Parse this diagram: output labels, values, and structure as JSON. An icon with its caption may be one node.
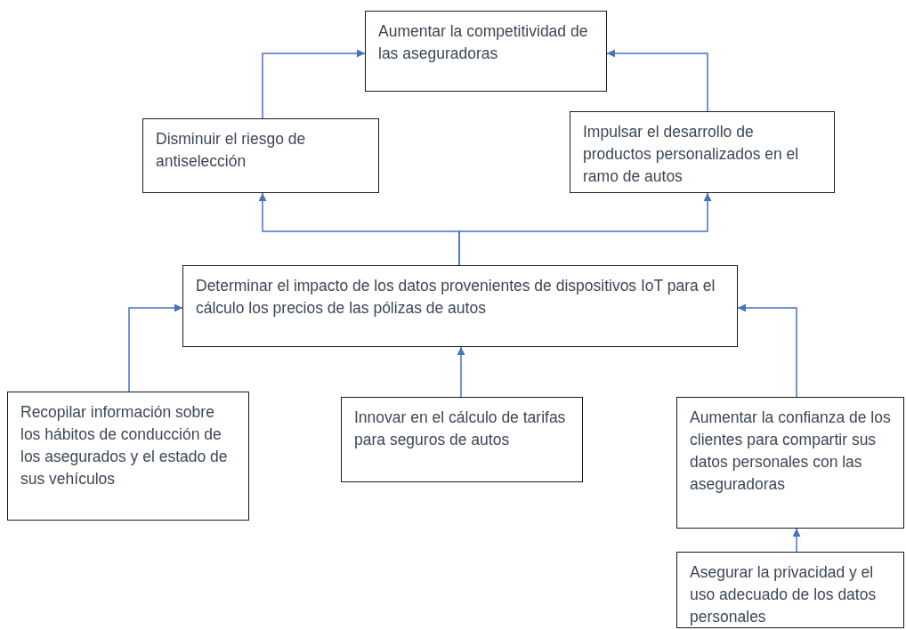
{
  "diagram": {
    "nodes": [
      {
        "text": [
          "Aumentar la competitividad de las aseguradoras"
        ]
      },
      {
        "text": [
          "Disminuir el riesgo de antiselección"
        ]
      },
      {
        "text": [
          "Impulsar el desarrollo de productos personalizados en el ramo de autos"
        ]
      },
      {
        "text": [
          "Determinar el impacto de los datos provenientes de dispositivos IoT para el cálculo los precios de las pólizas de autos"
        ]
      },
      {
        "text": [
          "Recopilar información sobre los hábitos de conducción de los asegurados y el estado de sus vehículos"
        ]
      },
      {
        "text": [
          "Innovar en el cálculo de tarifas para seguros de autos"
        ]
      },
      {
        "text": [
          "Aumentar la confianza de los clientes para compartir sus datos personales con las aseguradoras"
        ]
      },
      {
        "text": [
          "Asegurar la privacidad y el uso adecuado de los datos personales"
        ]
      }
    ],
    "edges": [
      {
        "from": 1,
        "to": 0,
        "arrow": "to"
      },
      {
        "from": 2,
        "to": 0,
        "arrow": "to"
      },
      {
        "from": 3,
        "to": 1,
        "arrow": "to"
      },
      {
        "from": 3,
        "to": 2,
        "arrow": "to"
      },
      {
        "from": 4,
        "to": 3,
        "arrow": "to"
      },
      {
        "from": 5,
        "to": 3,
        "arrow": "to"
      },
      {
        "from": 6,
        "to": 3,
        "arrow": "to"
      },
      {
        "from": 7,
        "to": 6,
        "arrow": "to"
      }
    ]
  }
}
